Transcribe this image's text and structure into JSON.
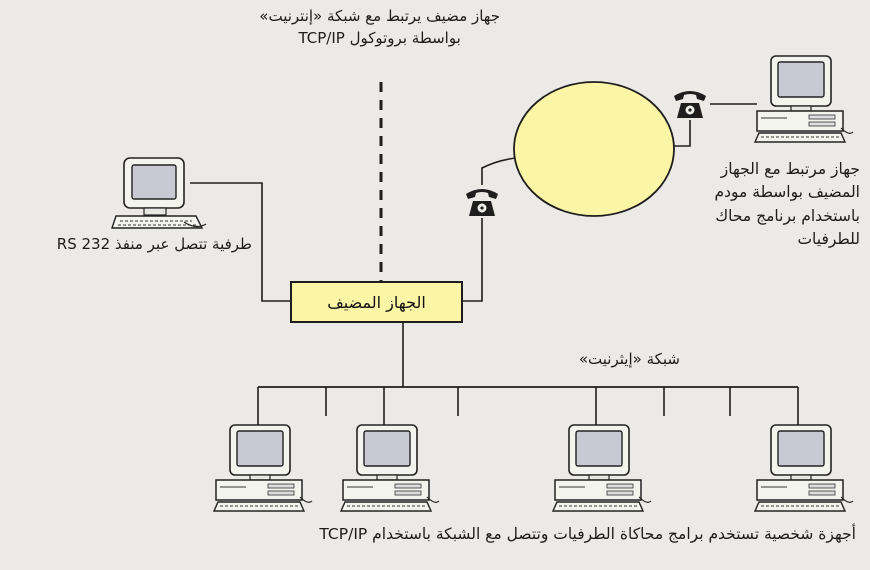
{
  "labels": {
    "internet_host_line1": "جهاز مضيف يرتبط مع شبكة «إنترنيت»",
    "internet_host_line2": "بواسطة بروتوكول TCP/IP",
    "modem_host_line1": "جهاز مرتبط مع الجهاز",
    "modem_host_line2": "المضيف بواسطة مودم",
    "modem_host_line3": "باستخدام برنامج محاك",
    "modem_host_line4": "للطرفيات",
    "rs232_terminal": "طرفية تتصل عبر منفذ RS 232",
    "host": "الجهاز المضيف",
    "ethernet": "شبكة «إيثرنيت»",
    "pcs": "أجهزة شخصية تستخدم برامج محاكاة الطرفيات وتتصل مع الشبكة باستخدام TCP/IP"
  },
  "colors": {
    "background": "#eceae6",
    "cloud": "#fbf5a6",
    "host_box": "#fbf5a6",
    "line": "#1e1e1e",
    "screen": "#c9c9d3"
  },
  "icons": {
    "terminal": "computer-terminal-icon",
    "telephone": "telephone-icon",
    "pc": "desktop-pc-icon"
  }
}
